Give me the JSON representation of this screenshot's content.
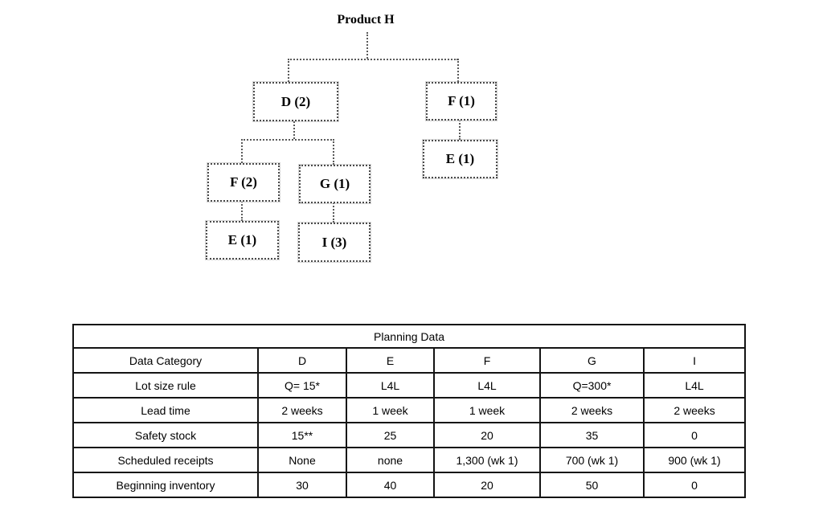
{
  "tree": {
    "title": "Product H",
    "nodes": [
      {
        "id": "D",
        "label": "D (2)",
        "parent": "Product H"
      },
      {
        "id": "F-top",
        "label": "F (1)",
        "parent": "Product H"
      },
      {
        "id": "E-under-F1",
        "label": "E (1)",
        "parent": "F-top"
      },
      {
        "id": "F-under-D",
        "label": "F (2)",
        "parent": "D"
      },
      {
        "id": "G",
        "label": "G (1)",
        "parent": "D"
      },
      {
        "id": "E-under-F2",
        "label": "E (1)",
        "parent": "F-under-D"
      },
      {
        "id": "I",
        "label": "I (3)",
        "parent": "G"
      }
    ]
  },
  "table": {
    "title": "Planning Data",
    "columns": [
      "Data Category",
      "D",
      "E",
      "F",
      "G",
      "I"
    ],
    "rows": [
      [
        "Lot size rule",
        "Q= 15*",
        "L4L",
        "L4L",
        "Q=300*",
        "L4L"
      ],
      [
        "Lead time",
        "2 weeks",
        "1 week",
        "1 week",
        "2 weeks",
        "2 weeks"
      ],
      [
        "Safety stock",
        "15**",
        "25",
        "20",
        "35",
        "0"
      ],
      [
        "Scheduled receipts",
        "None",
        "none",
        "1,300 (wk 1)",
        "700 (wk 1)",
        "900 (wk 1)"
      ],
      [
        "Beginning inventory",
        "30",
        "40",
        "20",
        "50",
        "0"
      ]
    ]
  }
}
